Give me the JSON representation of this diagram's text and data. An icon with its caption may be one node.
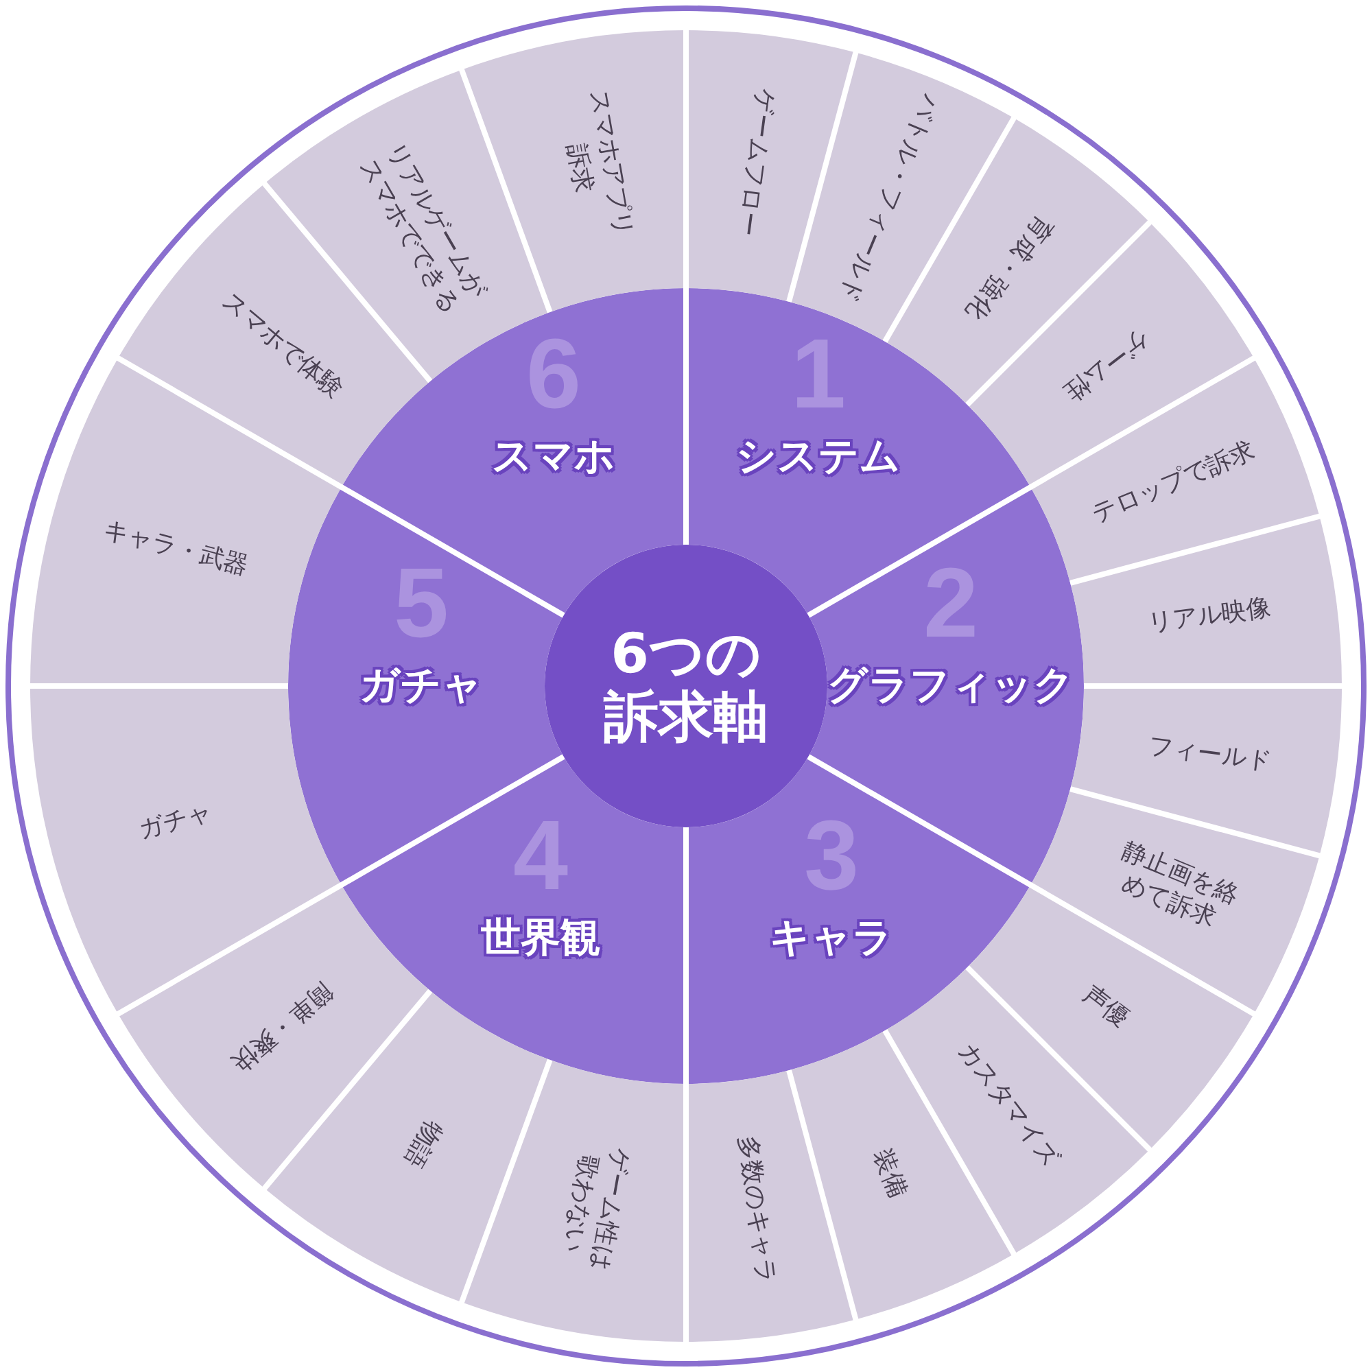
{
  "diagram": {
    "nodes": [
      {
        "text": [
          "6つの訴求軸"
        ]
      },
      {
        "text": [
          "1",
          "システム"
        ]
      },
      {
        "text": [
          "2",
          "グラフィック"
        ]
      },
      {
        "text": [
          "3",
          "キャラ"
        ]
      },
      {
        "text": [
          "4",
          "世界観"
        ]
      },
      {
        "text": [
          "5",
          "ガチャ"
        ]
      },
      {
        "text": [
          "6",
          "スマホ"
        ]
      },
      {
        "text": [
          "ゲームフロー"
        ]
      },
      {
        "text": [
          "バトル・フィールド"
        ]
      },
      {
        "text": [
          "育成・強化"
        ]
      },
      {
        "text": [
          "ゲーム性"
        ]
      },
      {
        "text": [
          "テロップで訴求"
        ]
      },
      {
        "text": [
          "リアル映像"
        ]
      },
      {
        "text": [
          "フィールド"
        ]
      },
      {
        "text": [
          "静止画を絡めて訴求"
        ]
      },
      {
        "text": [
          "声優"
        ]
      },
      {
        "text": [
          "カスタマイズ"
        ]
      },
      {
        "text": [
          "装備"
        ]
      },
      {
        "text": [
          "多数のキャラ"
        ]
      },
      {
        "text": [
          "ゲーム性は歌わない"
        ]
      },
      {
        "text": [
          "物語"
        ]
      },
      {
        "text": [
          "簡単・爽快"
        ]
      },
      {
        "text": [
          "ガチャ"
        ]
      },
      {
        "text": [
          "キャラ・武器"
        ]
      },
      {
        "text": [
          "スマホで体験"
        ]
      },
      {
        "text": [
          "リアルゲームがスマホでできる"
        ]
      },
      {
        "text": [
          "スマホアプリ訴求"
        ]
      }
    ]
  }
}
